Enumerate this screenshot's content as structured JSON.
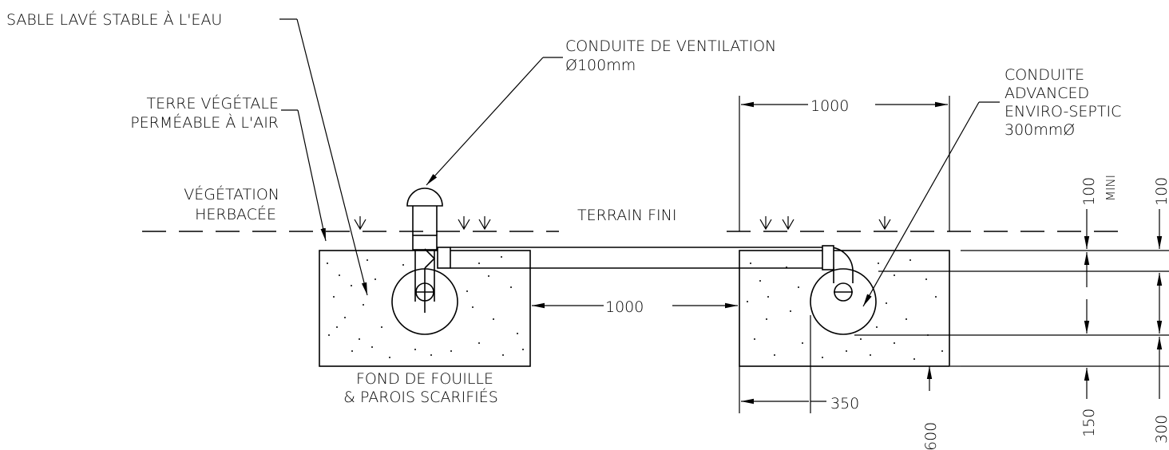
{
  "labels": {
    "sable": "SABLE LAVÉ STABLE À L'EAU",
    "terre_line1": "TERRE VÉGÉTALE",
    "terre_line2": "PERMÉABLE À L'AIR",
    "vegetation_line1": "VÉGÉTATION",
    "vegetation_line2": "HERBACÉE",
    "ventilation_line1": "CONDUITE DE VENTILATION",
    "ventilation_line2": "Ø100mm",
    "conduite_line1": "CONDUITE",
    "conduite_line2": "ADVANCED",
    "conduite_line3": "ENVIRO-SEPTIC",
    "conduite_line4": "300mmØ",
    "terrain": "TERRAIN FINI",
    "fond_line1": "FOND DE FOUILLE",
    "fond_line2": "& PAROIS SCARIFIÉS"
  },
  "dimensions": {
    "top_width": "1000",
    "spacing": "1000",
    "offset": "350",
    "depth": "600",
    "cover_min": "100",
    "cover_min_note": "MINI",
    "cover": "100",
    "bottom_sand": "150",
    "pipe_diameter": "300"
  }
}
